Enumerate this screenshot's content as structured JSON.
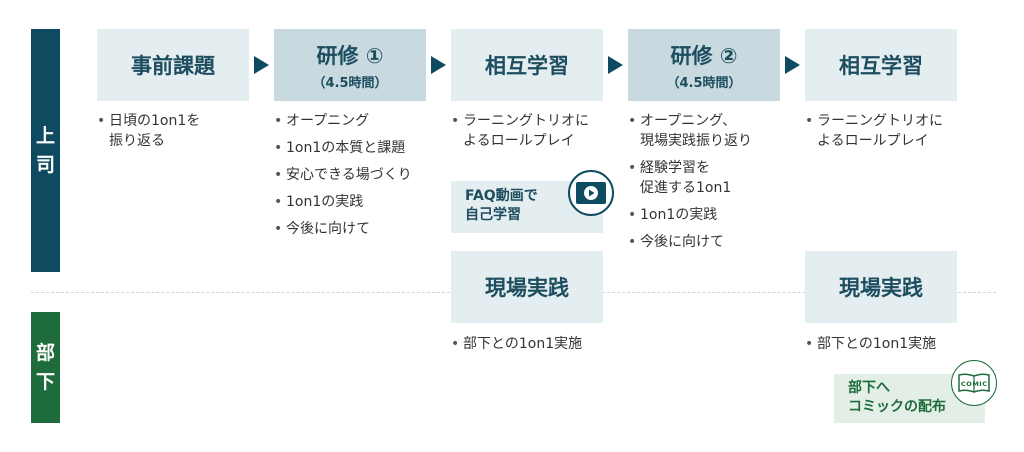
{
  "roles": {
    "boss": [
      "上",
      "司"
    ],
    "subordinate": [
      "部",
      "下"
    ]
  },
  "steps": [
    {
      "title": "事前課題",
      "items": [
        "日頃の1on1を\n振り返る"
      ]
    },
    {
      "title": "研修 ①",
      "subtitle": "（4.5時間）",
      "items": [
        "オープニング",
        "1on1の本質と課題",
        "安心できる場づくり",
        "1on1の実践",
        "今後に向けて"
      ]
    },
    {
      "title": "相互学習",
      "items": [
        "ラーニングトリオに\nよるロールプレイ"
      ]
    },
    {
      "title": "研修 ②",
      "subtitle": "（4.5時間）",
      "items": [
        "オープニング、\n現場実践振り返り",
        "経験学習を\n促進する1on1",
        "1on1の実践",
        "今後に向けて"
      ]
    },
    {
      "title": "相互学習",
      "items": [
        "ラーニングトリオに\nよるロールプレイ"
      ]
    }
  ],
  "faq": {
    "lines": [
      "FAQ動画で",
      "自己学習"
    ],
    "icon": "video-play-icon"
  },
  "practice": [
    {
      "title": "現場実践",
      "items": [
        "部下との1on1実施"
      ]
    },
    {
      "title": "現場実践",
      "items": [
        "部下との1on1実施"
      ]
    }
  ],
  "comic": {
    "lines": [
      "部下へ",
      "コミックの配布"
    ],
    "icon": "comic-book-icon",
    "icon_text": "COMIC"
  },
  "colors": {
    "boss": "#0e4b60",
    "subordinate": "#1e6b3c",
    "box": "#e4edf0",
    "highlight": "#c8d9e0"
  }
}
